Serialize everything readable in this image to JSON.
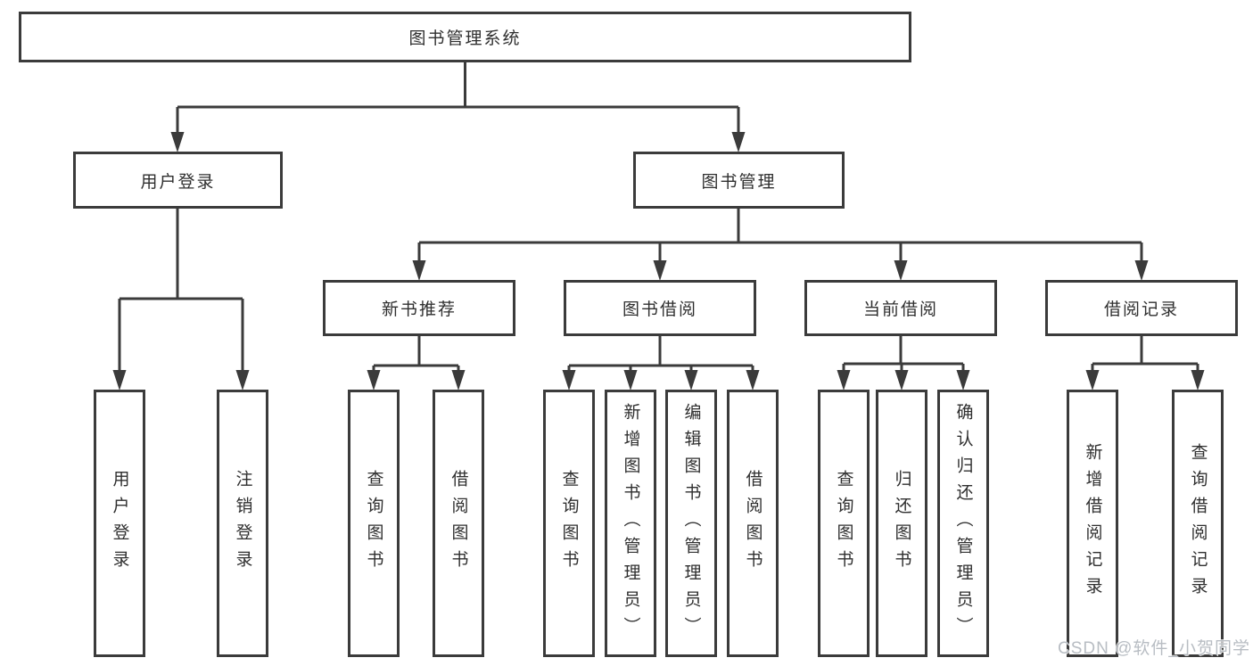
{
  "colors": {
    "line": "#3b3b3b",
    "text": "#2f2f2f",
    "watermark": "#b8bdc3",
    "background": "#ffffff"
  },
  "watermark": {
    "text": "CSDN @软件_小贺同学"
  },
  "tree": {
    "root": {
      "label": "图书管理系统",
      "children": [
        {
          "label": "用户登录",
          "children": [
            {
              "label": "用户登录"
            },
            {
              "label": "注销登录"
            }
          ]
        },
        {
          "label": "图书管理",
          "children": [
            {
              "label": "新书推荐",
              "children": [
                {
                  "label": "查询图书"
                },
                {
                  "label": "借阅图书"
                }
              ]
            },
            {
              "label": "图书借阅",
              "children": [
                {
                  "label": "查询图书"
                },
                {
                  "label": "新增图书（管理员）"
                },
                {
                  "label": "编辑图书（管理员）"
                },
                {
                  "label": "借阅图书"
                }
              ]
            },
            {
              "label": "当前借阅",
              "children": [
                {
                  "label": "查询图书"
                },
                {
                  "label": "归还图书"
                },
                {
                  "label": "确认归还（管理员）"
                }
              ]
            },
            {
              "label": "借阅记录",
              "children": [
                {
                  "label": "新增借阅记录"
                },
                {
                  "label": "查询借阅记录"
                }
              ]
            }
          ]
        }
      ]
    }
  }
}
